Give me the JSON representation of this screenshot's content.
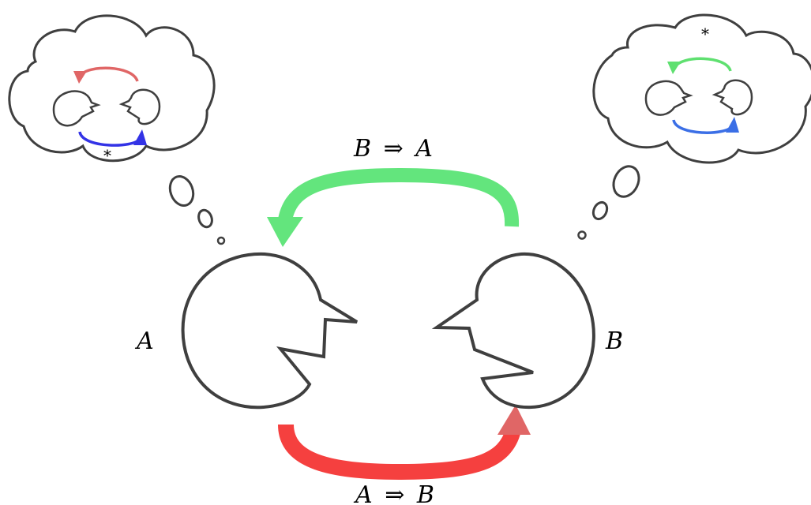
{
  "labels": {
    "agent_a": "A",
    "agent_b": "B",
    "arrow_b_to_a": {
      "left": "B",
      "op": "⇒",
      "right": "A"
    },
    "arrow_a_to_b": {
      "left": "A",
      "op": "⇒",
      "right": "B"
    },
    "thought_left_star": "*",
    "thought_right_star": "*"
  },
  "colors": {
    "outline": "#3f3f3f",
    "red": "#f5403f",
    "red_head": "#e06666",
    "red_small": "#e06666",
    "green": "#63e57d",
    "blue": "#3333e6",
    "blue_right": "#3b6fe6",
    "green_small": "#5fe070"
  },
  "icons": {
    "agent_a": "pacman-face-right",
    "agent_b": "pacman-face-left",
    "cloud": "thought-cloud"
  }
}
